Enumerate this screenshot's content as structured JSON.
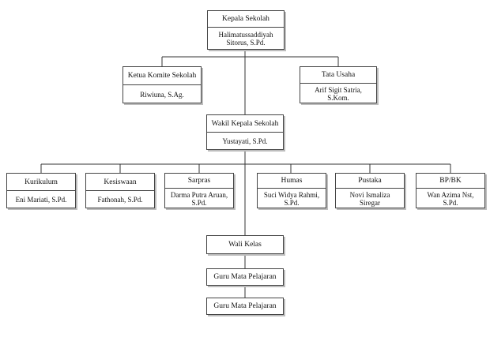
{
  "nodes": {
    "kepala": {
      "title": "Kepala Sekolah",
      "name": "Halimatussaddiyah Sitorus, S.Pd."
    },
    "komite": {
      "title": "Ketua Komite Sekolah",
      "name": "Riwiuna, S.Ag."
    },
    "tata_usaha": {
      "title": "Tata Usaha",
      "name": "Arif Sigit Satria, S.Kom."
    },
    "wakil": {
      "title": "Wakil Kepala Sekolah",
      "name": "Yustayati, S.Pd."
    },
    "kurikulum": {
      "title": "Kurikulum",
      "name": "Eni Mariati, S.Pd."
    },
    "kesiswaan": {
      "title": "Kesiswaan",
      "name": "Fathonah, S.Pd."
    },
    "sarpras": {
      "title": "Sarpras",
      "name": "Darma Putra Aruan, S.Pd."
    },
    "humas": {
      "title": "Humas",
      "name": "Suci Widya Rahmi, S.Pd."
    },
    "pustaka": {
      "title": "Pustaka",
      "name": "Novi Ismaliza Siregar"
    },
    "bpbk": {
      "title": "BP/BK",
      "name": "Wan Azima Nst, S.Pd."
    },
    "wali_kelas": {
      "title": "Wali Kelas"
    },
    "guru1": {
      "title": "Guru Mata Pelajaran"
    },
    "guru2": {
      "title": "Guru Mata Pelajaran"
    }
  }
}
